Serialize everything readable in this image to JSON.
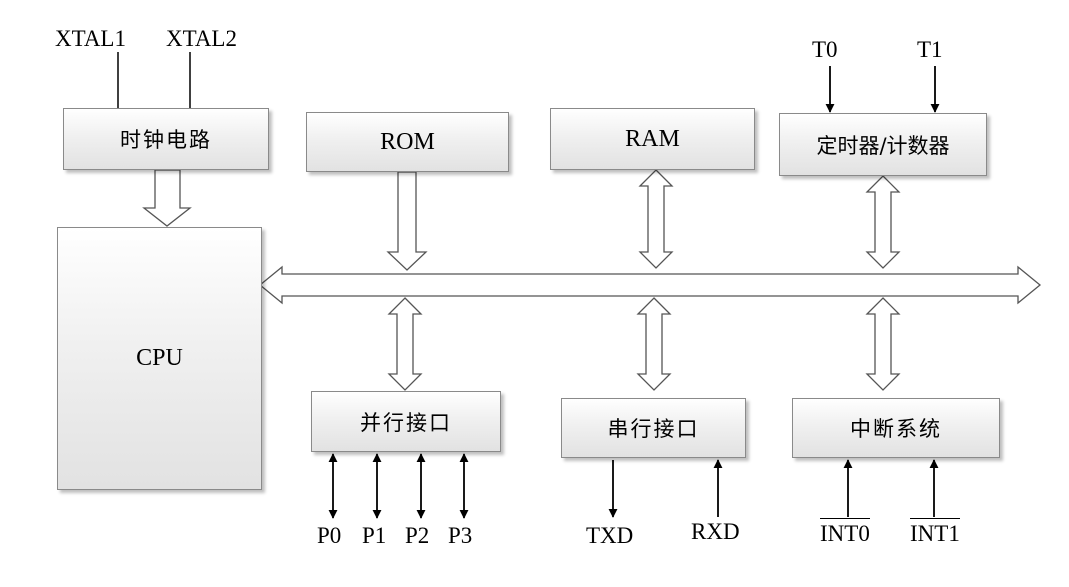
{
  "blocks": {
    "clock": "时钟电路",
    "rom": "ROM",
    "ram": "RAM",
    "timer": "定时器/计数器",
    "cpu": "CPU",
    "parallel": "并行接口",
    "serial": "串行接口",
    "interrupt": "中断系统"
  },
  "pins": {
    "xtal1": "XTAL1",
    "xtal2": "XTAL2",
    "t0": "T0",
    "t1": "T1",
    "p0": "P0",
    "p1": "P1",
    "p2": "P2",
    "p3": "P3",
    "txd": "TXD",
    "rxd": "RXD",
    "int0": "INT0",
    "int1": "INT1"
  }
}
